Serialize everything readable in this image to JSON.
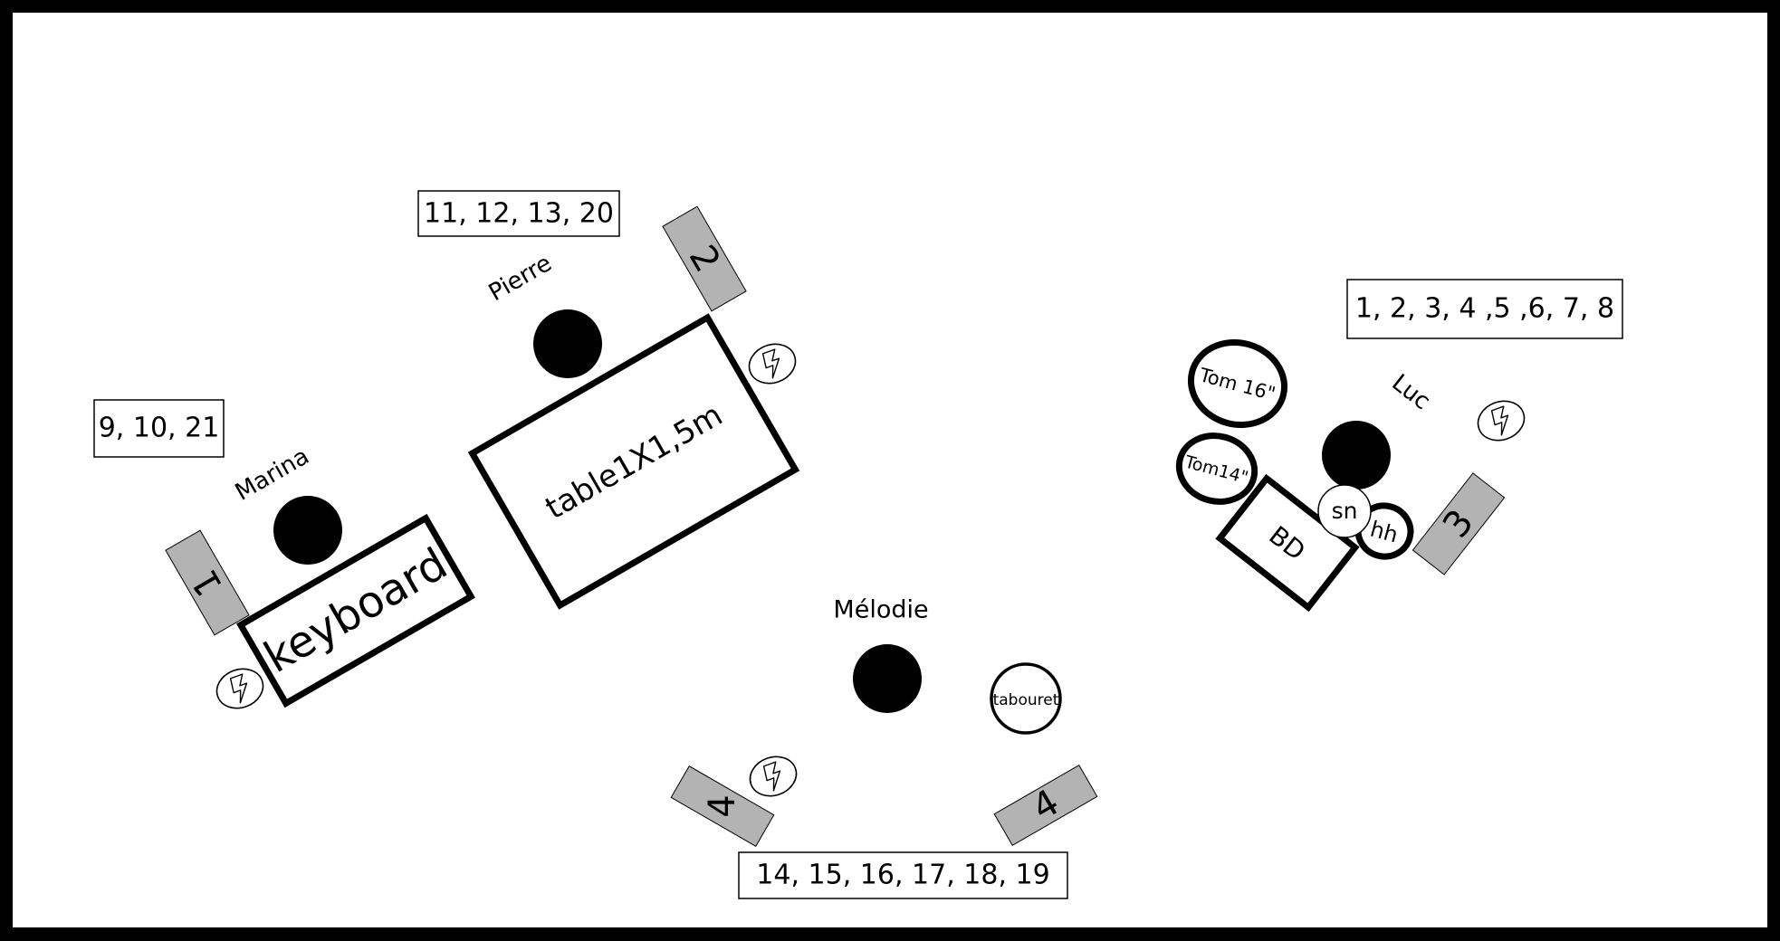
{
  "channel_boxes": {
    "marina": "9, 10, 21",
    "pierre": "11, 12, 13, 20",
    "luc": "1, 2, 3, 4 ,5 ,6, 7, 8",
    "melodie": "14, 15, 16, 17, 18, 19"
  },
  "musicians": {
    "marina": "Marina",
    "pierre": "Pierre",
    "luc": "Luc",
    "melodie": "Mélodie"
  },
  "monitors": {
    "m1": "1",
    "m2": "2",
    "m3": "3",
    "m4_left": "4",
    "m4_right": "4"
  },
  "furniture": {
    "keyboard": "keyboard",
    "table": "table1X1,5m",
    "tabouret": "tabouret"
  },
  "drums": {
    "tom16": "Tom 16\"",
    "tom14": "Tom14\"",
    "bass_drum": "BD",
    "snare": "sn",
    "hihat": "hh"
  },
  "icons": [
    "power-outlet-icon"
  ],
  "colors": {
    "frame": "#000000",
    "stage_bg": "#ffffff",
    "monitor_fill": "#b3b3b3",
    "musician": "#000000"
  }
}
